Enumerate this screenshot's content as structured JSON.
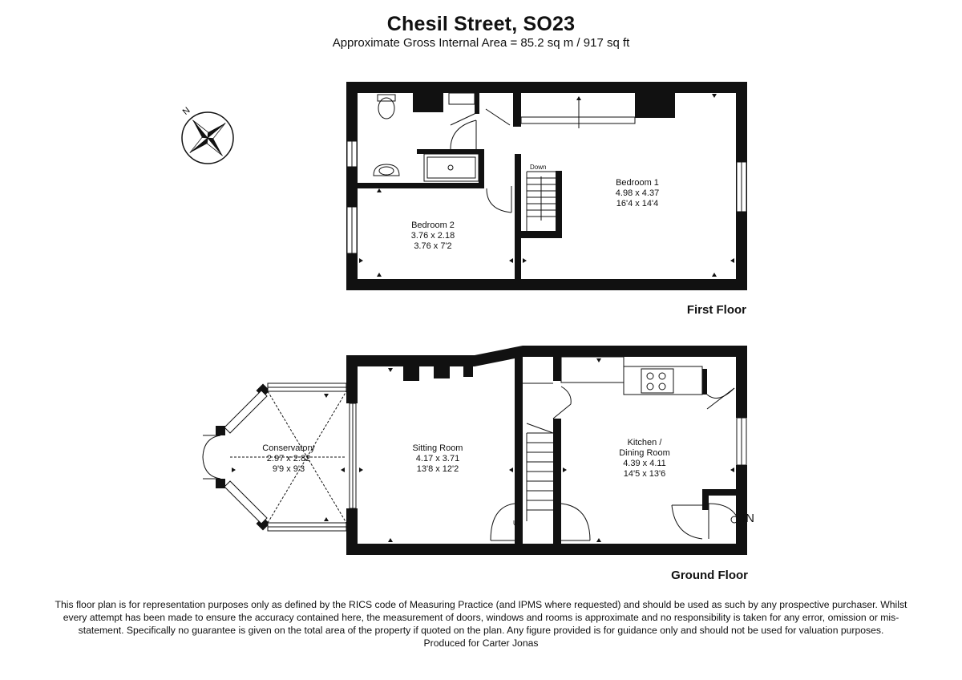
{
  "header": {
    "title": "Chesil Street, SO23",
    "subtitle": "Approximate Gross Internal Area = 85.2 sq m / 917 sq ft"
  },
  "compass": {
    "icon": "compass-rose-icon",
    "north_label": "N"
  },
  "first_floor": {
    "label": "First Floor",
    "stairs_label": "Down",
    "rooms": [
      {
        "name": "Bedroom 1",
        "metric": "4.98 x 4.37",
        "imperial": "16'4 x 14'4"
      },
      {
        "name": "Bedroom 2",
        "metric": "3.76 x 2.18",
        "imperial": "3.76 x 7'2"
      }
    ]
  },
  "ground_floor": {
    "label": "Ground Floor",
    "stairs_label": "Up",
    "entrance_label": "IN",
    "rooms": [
      {
        "name": "Conservatory",
        "metric": "2.97 x 2.82",
        "imperial": "9'9 x 9'3"
      },
      {
        "name": "Sitting Room",
        "metric": "4.17 x 3.71",
        "imperial": "13'8 x 12'2"
      },
      {
        "name": "Kitchen /",
        "name2": "Dining Room",
        "metric": "4.39 x 4.11",
        "imperial": "14'5 x 13'6"
      }
    ]
  },
  "footer": {
    "disclaimer": "This floor plan is for representation purposes only as defined by the RICS code of Measuring Practice (and IPMS where requested) and should be used as such by any prospective purchaser. Whilst every attempt has been made to ensure the accuracy contained here, the measurement of doors, windows and rooms is approximate and no responsibility is taken for any error, omission or mis-statement. Specifically no guarantee is given on the total area of the property if quoted on the plan. Any figure provided is for guidance only and should not be used for valuation purposes.",
    "credit": "Produced for Carter Jonas"
  }
}
